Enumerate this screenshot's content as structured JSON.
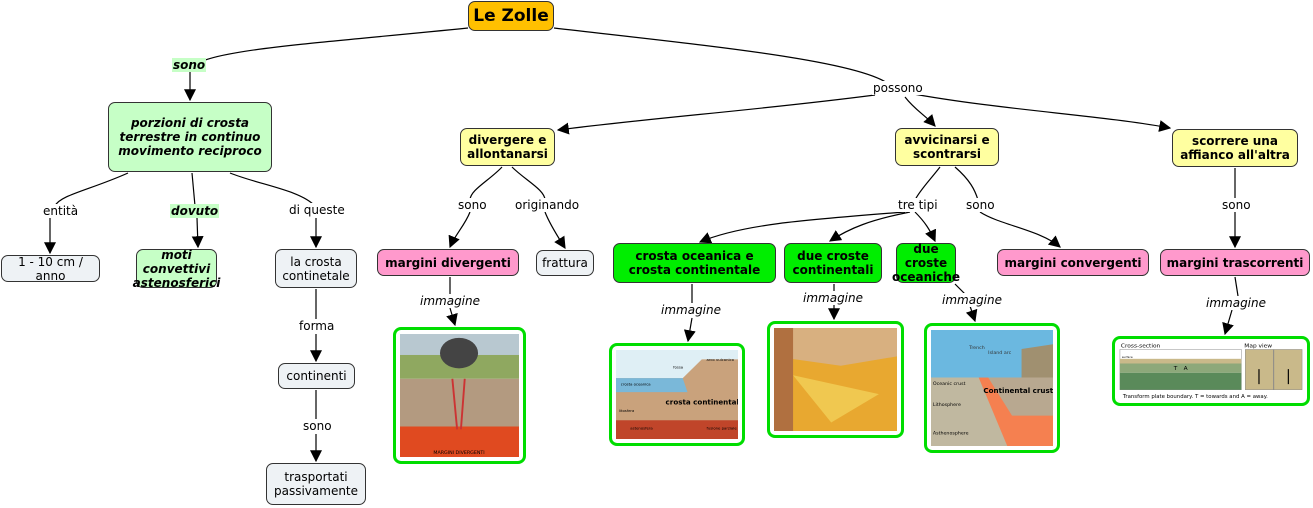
{
  "root": {
    "label": "Le Zolle",
    "color": "#ffc000"
  },
  "links": {
    "sono1": "sono",
    "possono": "possono",
    "entita": "entità",
    "dovuto": "dovuto",
    "di_queste": "di queste",
    "forma": "forma",
    "sono2": "sono",
    "sono3": "sono",
    "originando": "originando",
    "tre_tipi": "tre tipi",
    "sono4": "sono",
    "sono5": "sono",
    "immagine": "immagine"
  },
  "nodes": {
    "porzioni": "porzioni di crosta terrestre in continuo movimento reciproco",
    "entita_val": "1 - 10 cm / anno",
    "moti": "moti convettivi astenosferici",
    "crosta_cont": "la crosta continetale",
    "continenti": "continenti",
    "trasportati": "trasportati passivamente",
    "divergere": "divergere e allontanarsi",
    "avvicinarsi": "avvicinarsi e scontrarsi",
    "scorrere": "scorrere una affianco all'altra",
    "margini_div": "margini divergenti",
    "frattura": "frattura",
    "oc_cont": "crosta oceanica e crosta continentale",
    "due_cont": "due croste continentali",
    "due_oc": "due croste oceaniche",
    "margini_conv": "margini convergenti",
    "margini_tras": "margini trascorrenti"
  },
  "images": {
    "div": {
      "caption": "MARGINI DIVERGENTI"
    },
    "oc_cont": {
      "labels": [
        "fossa",
        "arco vulcanico",
        "crosta oceanica",
        "crosta continentale",
        "litosfera",
        "astenosfera",
        "fusione parziale"
      ]
    },
    "due_oc": {
      "labels": [
        "Trench",
        "Island arc",
        "Oceanic crust",
        "Continental crust",
        "Lithosphere",
        "Asthenosphere"
      ]
    },
    "tras": {
      "cross": "Cross-section",
      "map": "Map view",
      "surface": "surface",
      "T": "T",
      "A": "A",
      "caption": "Transform plate boundary.  T = towards and A = away."
    }
  },
  "colors": {
    "green_light": "#c6ffc6",
    "yellow": "#ffffa0",
    "pink": "#ff99cc",
    "green": "#00ee00",
    "gray": "#eef2f5",
    "image_border": "#00dd00"
  }
}
